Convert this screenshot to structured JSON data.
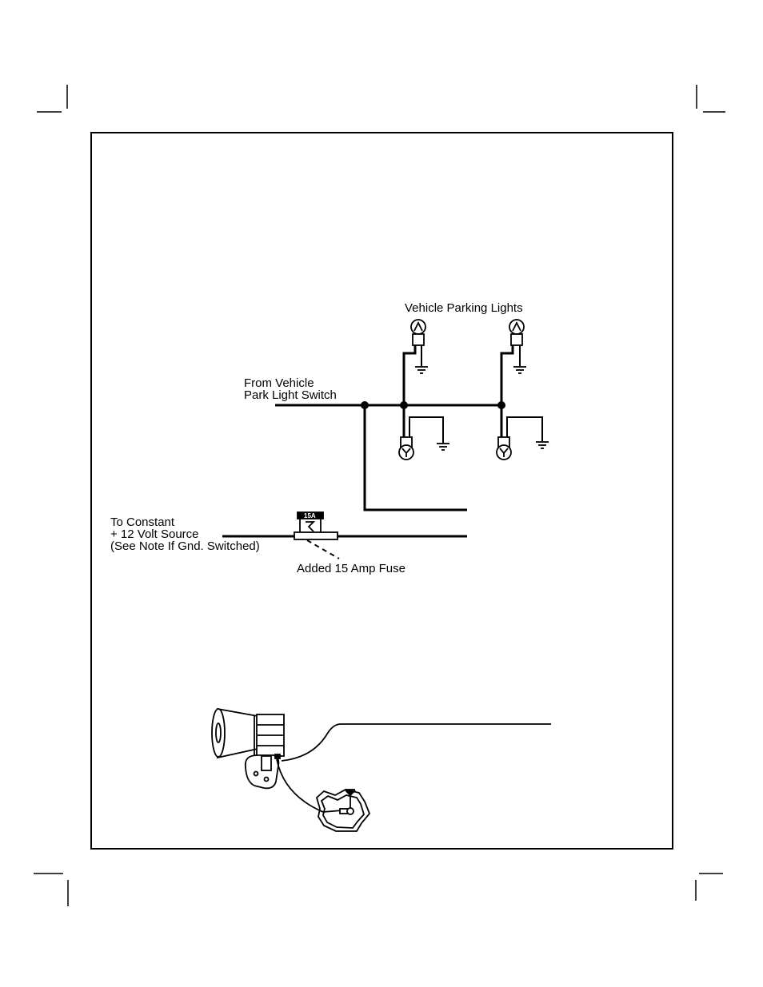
{
  "labels": {
    "parking_lights": "Vehicle Parking Lights",
    "from_switch_line1": "From Vehicle",
    "from_switch_line2": "Park Light Switch",
    "constant_line1": "To Constant",
    "constant_line2": "+ 12 Volt Source",
    "constant_line3": "(See Note If Gnd. Switched)",
    "added_fuse": "Added 15 Amp Fuse",
    "fuse_rating": "15A"
  },
  "bulb_letters": {
    "upper": "A",
    "lower": "Y"
  },
  "icons": [
    "bulb-icon",
    "ground-icon",
    "fuse-icon",
    "siren-icon",
    "bracket-icon"
  ],
  "colors": {
    "ink": "#000000",
    "paper": "#ffffff"
  }
}
